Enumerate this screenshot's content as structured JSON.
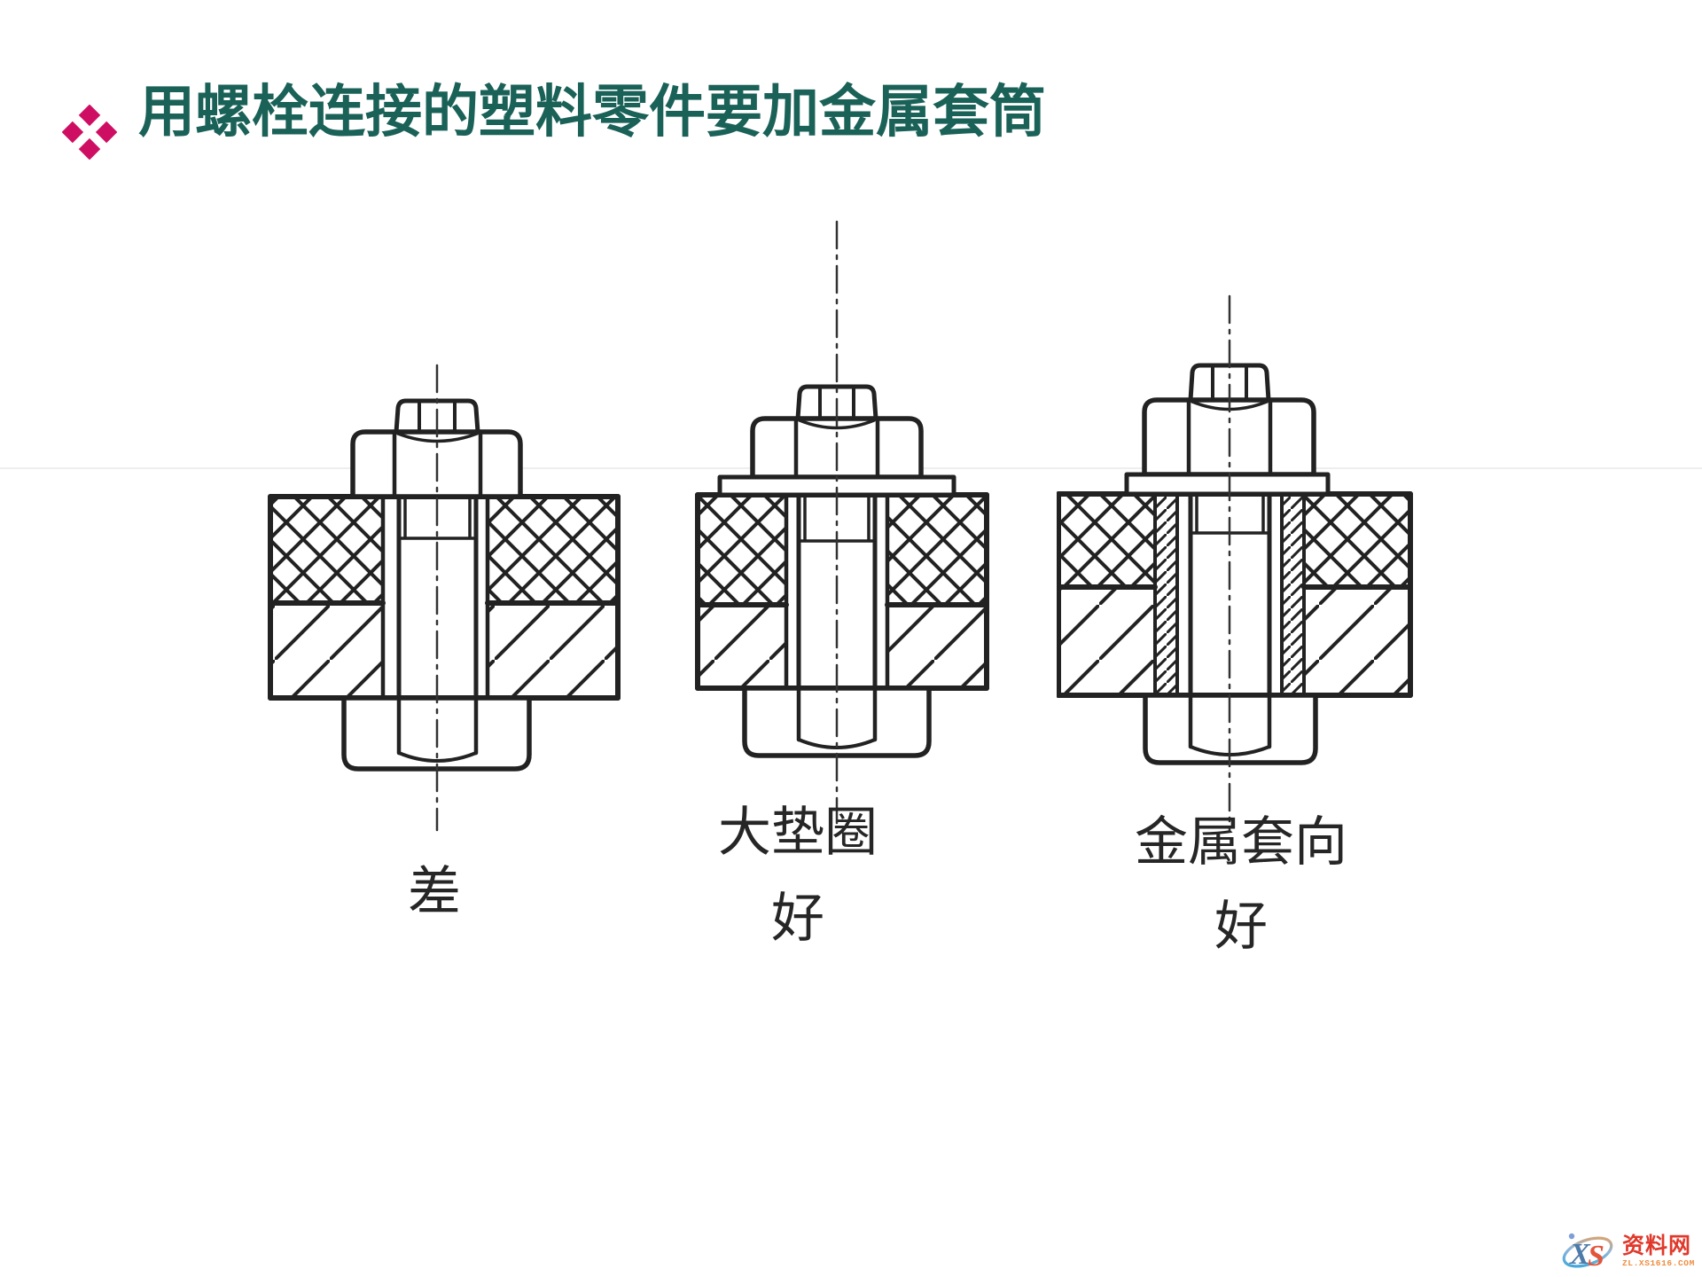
{
  "slide": {
    "title": "用螺栓连接的塑料零件要加金属套筒",
    "title_color": "#1a6158",
    "bullet_icon": "four-diamonds-bullet",
    "bullet_color": "#ce0e63"
  },
  "figures": [
    {
      "caption_lines": [
        "差"
      ]
    },
    {
      "caption_lines": [
        "大垫圈",
        "好"
      ]
    },
    {
      "caption_lines": [
        "金属套向",
        "好"
      ]
    }
  ],
  "watermark": {
    "logo_x": "X",
    "logo_s": "S",
    "site_name": "资料网",
    "site_url": "ZL.XS1616.COM",
    "name_color": "#e0392b",
    "url_color": "#ef8d3f"
  }
}
